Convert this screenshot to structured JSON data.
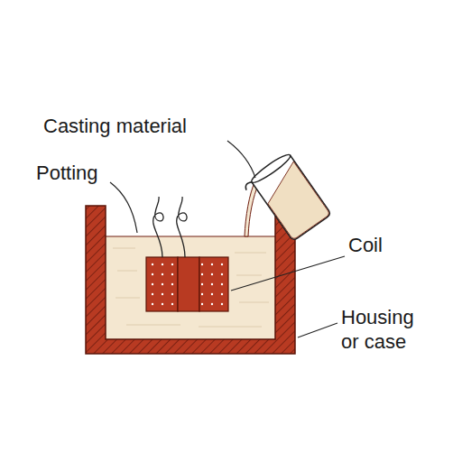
{
  "diagram": {
    "labels": [
      "Casting material",
      "Potting",
      "Coil",
      "Housing or case"
    ]
  }
}
